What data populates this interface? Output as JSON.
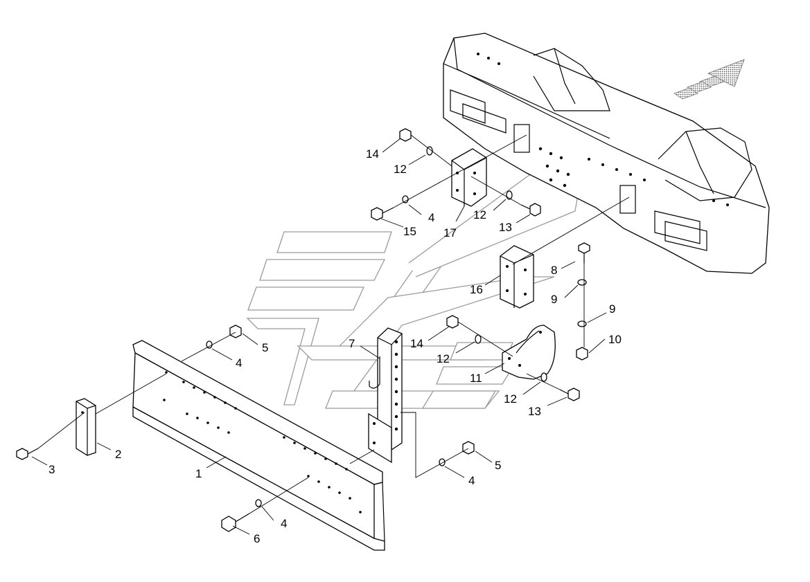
{
  "diagram": {
    "callouts": [
      {
        "id": "c1",
        "label": "1"
      },
      {
        "id": "c2",
        "label": "2"
      },
      {
        "id": "c3",
        "label": "3"
      },
      {
        "id": "c4a",
        "label": "4"
      },
      {
        "id": "c4b",
        "label": "4"
      },
      {
        "id": "c4c",
        "label": "4"
      },
      {
        "id": "c4d",
        "label": "4"
      },
      {
        "id": "c5a",
        "label": "5"
      },
      {
        "id": "c5b",
        "label": "5"
      },
      {
        "id": "c6",
        "label": "6"
      },
      {
        "id": "c7",
        "label": "7"
      },
      {
        "id": "c8",
        "label": "8"
      },
      {
        "id": "c9a",
        "label": "9"
      },
      {
        "id": "c9b",
        "label": "9"
      },
      {
        "id": "c10",
        "label": "10"
      },
      {
        "id": "c11",
        "label": "11"
      },
      {
        "id": "c12a",
        "label": "12"
      },
      {
        "id": "c12b",
        "label": "12"
      },
      {
        "id": "c12c",
        "label": "12"
      },
      {
        "id": "c12d",
        "label": "12"
      },
      {
        "id": "c13a",
        "label": "13"
      },
      {
        "id": "c13b",
        "label": "13"
      },
      {
        "id": "c14a",
        "label": "14"
      },
      {
        "id": "c14b",
        "label": "14"
      },
      {
        "id": "c15",
        "label": "15"
      },
      {
        "id": "c16",
        "label": "16"
      },
      {
        "id": "c17",
        "label": "17"
      }
    ],
    "direction_icon": "forward-arrow-icon"
  }
}
